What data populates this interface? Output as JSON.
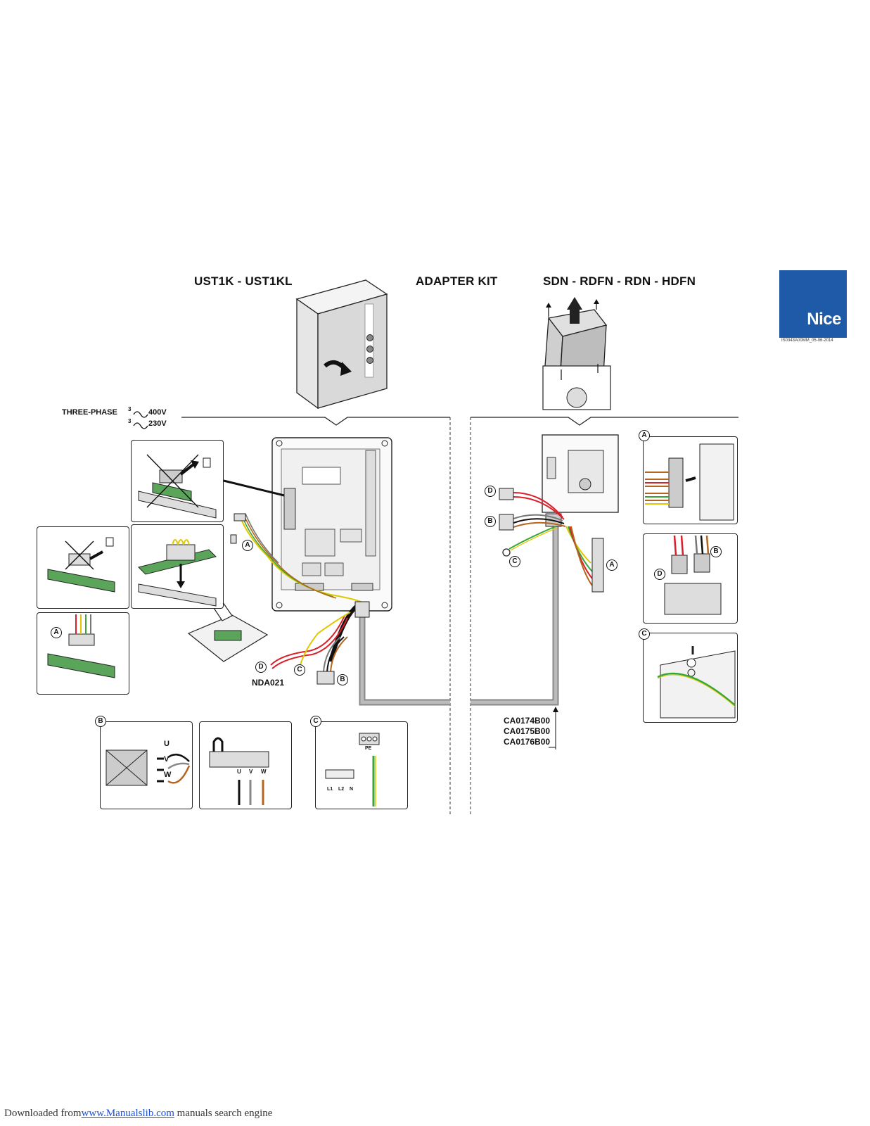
{
  "headings": {
    "left": "UST1K - UST1KL",
    "center": "ADAPTER KIT",
    "right": "SDN - RDFN - RDN - HDFN"
  },
  "brand": {
    "name": "Nice",
    "color": "#1e5aa8",
    "doc_ref": "IS0343A00MM_05-06-2014"
  },
  "power": {
    "label": "THREE-PHASE",
    "phase_sup": "3",
    "v1": "400V",
    "v2": "230V"
  },
  "callouts": {
    "A": "A",
    "B": "B",
    "C": "C",
    "D": "D"
  },
  "parts": {
    "adapter": "NDA021",
    "cable1": "CA0174B00",
    "cable2": "CA0175B00",
    "cable3": "CA0176B00"
  },
  "terminals": {
    "u": "U",
    "v": "V",
    "w": "W",
    "pe": "PE",
    "l1": "L1",
    "l2": "L2",
    "n": "N"
  },
  "footer": {
    "prefix": "Downloaded from",
    "link": "www.Manualslib.com",
    "suffix": " manuals search engine"
  },
  "colors": {
    "wire_red": "#d8202a",
    "wire_brown": "#b5651d",
    "wire_yellow": "#e0c800",
    "wire_green": "#3aa635",
    "wire_grey": "#777777",
    "pcb_green": "#5aa55a"
  }
}
